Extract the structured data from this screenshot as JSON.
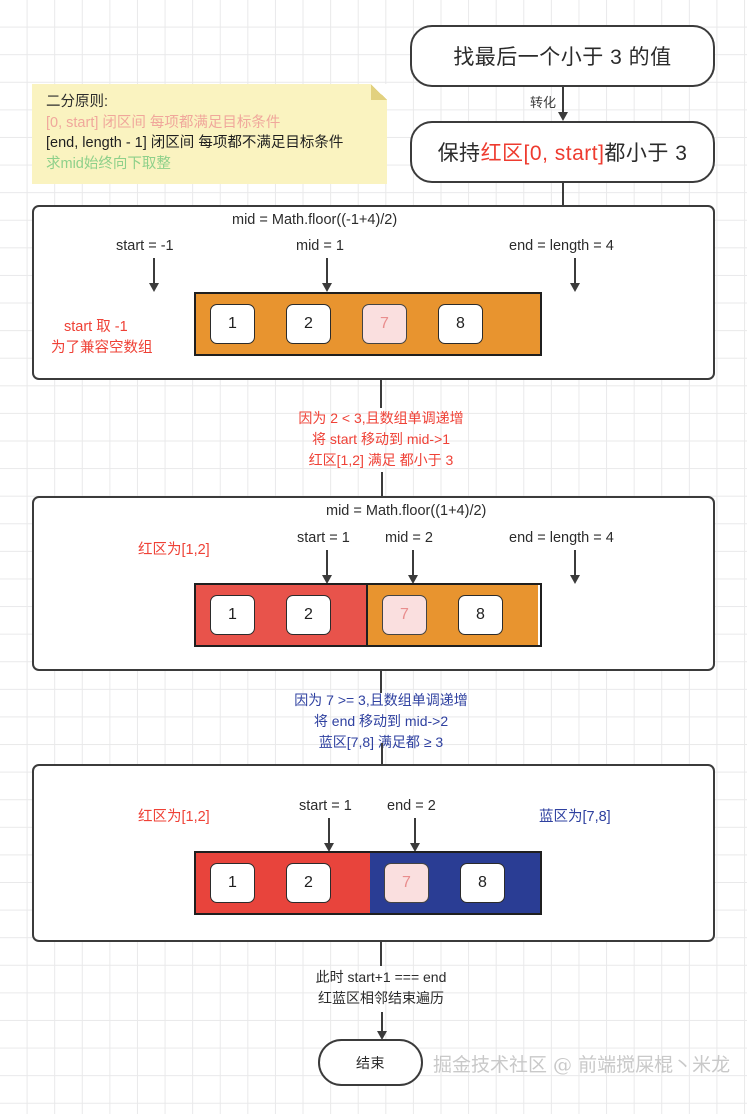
{
  "note": {
    "title": "二分原则:",
    "line2": "[0, start] 闭区间 每项都满足目标条件",
    "line3": "[end, length - 1] 闭区间 每项都不满足目标条件",
    "line4": "求mid始终向下取整"
  },
  "flow": {
    "start_node": "找最后一个小于 3 的值",
    "convert_label": "转化",
    "second_node_prefix": "保持 ",
    "second_node_red": "红区[0, start]",
    "second_node_suffix": " 都小于 3",
    "end_node": "结束"
  },
  "steps": [
    {
      "formula": "mid = Math.floor((-1+4)/2)",
      "pointers": [
        {
          "text": "start = -1"
        },
        {
          "text": "mid = 1"
        },
        {
          "text": "end = length = 4"
        }
      ],
      "side_note_line1": "start 取 -1",
      "side_note_line2": "为了兼容空数组",
      "cells": [
        "1",
        "2",
        "7",
        "8"
      ],
      "mid_index": 2
    },
    {
      "formula": "mid = Math.floor((1+4)/2)",
      "region_label_left": "红区为[1,2]",
      "pointers": [
        {
          "text": "start = 1"
        },
        {
          "text": "mid = 2"
        },
        {
          "text": "end = length = 4"
        }
      ],
      "cells": [
        "1",
        "2",
        "7",
        "8"
      ],
      "mid_index": 2
    },
    {
      "region_label_left": "红区为[1,2]",
      "region_label_right": "蓝区为[7,8]",
      "pointers": [
        {
          "text": "start = 1"
        },
        {
          "text": "end = 2"
        }
      ],
      "cells": [
        "1",
        "2",
        "7",
        "8"
      ],
      "mid_index": 2
    }
  ],
  "transitions": [
    {
      "line1": "因为 2 < 3,且数组单调递增",
      "line2": "将 start 移动到 mid->1",
      "line3": "红区[1,2] 满足 都小于 3"
    },
    {
      "line1": "因为 7 >= 3,且数组单调递增",
      "line2": "将 end 移动到 mid->2",
      "line3": "蓝区[7,8] 满足都 ≥ 3"
    },
    {
      "line1": "此时 start+1 === end",
      "line2": "红蓝区相邻结束遍历"
    }
  ],
  "watermark": "掘金技术社区 @ 前端搅屎棍丶米龙",
  "colors": {
    "orange": "#e8942f",
    "red_region": "#e8443c",
    "blue_region": "#2a3d94",
    "mid_cell": "#fadfdf",
    "note_bg": "#faf3c0",
    "accent_red": "#ef4136",
    "accent_blue": "#2f41a0"
  }
}
